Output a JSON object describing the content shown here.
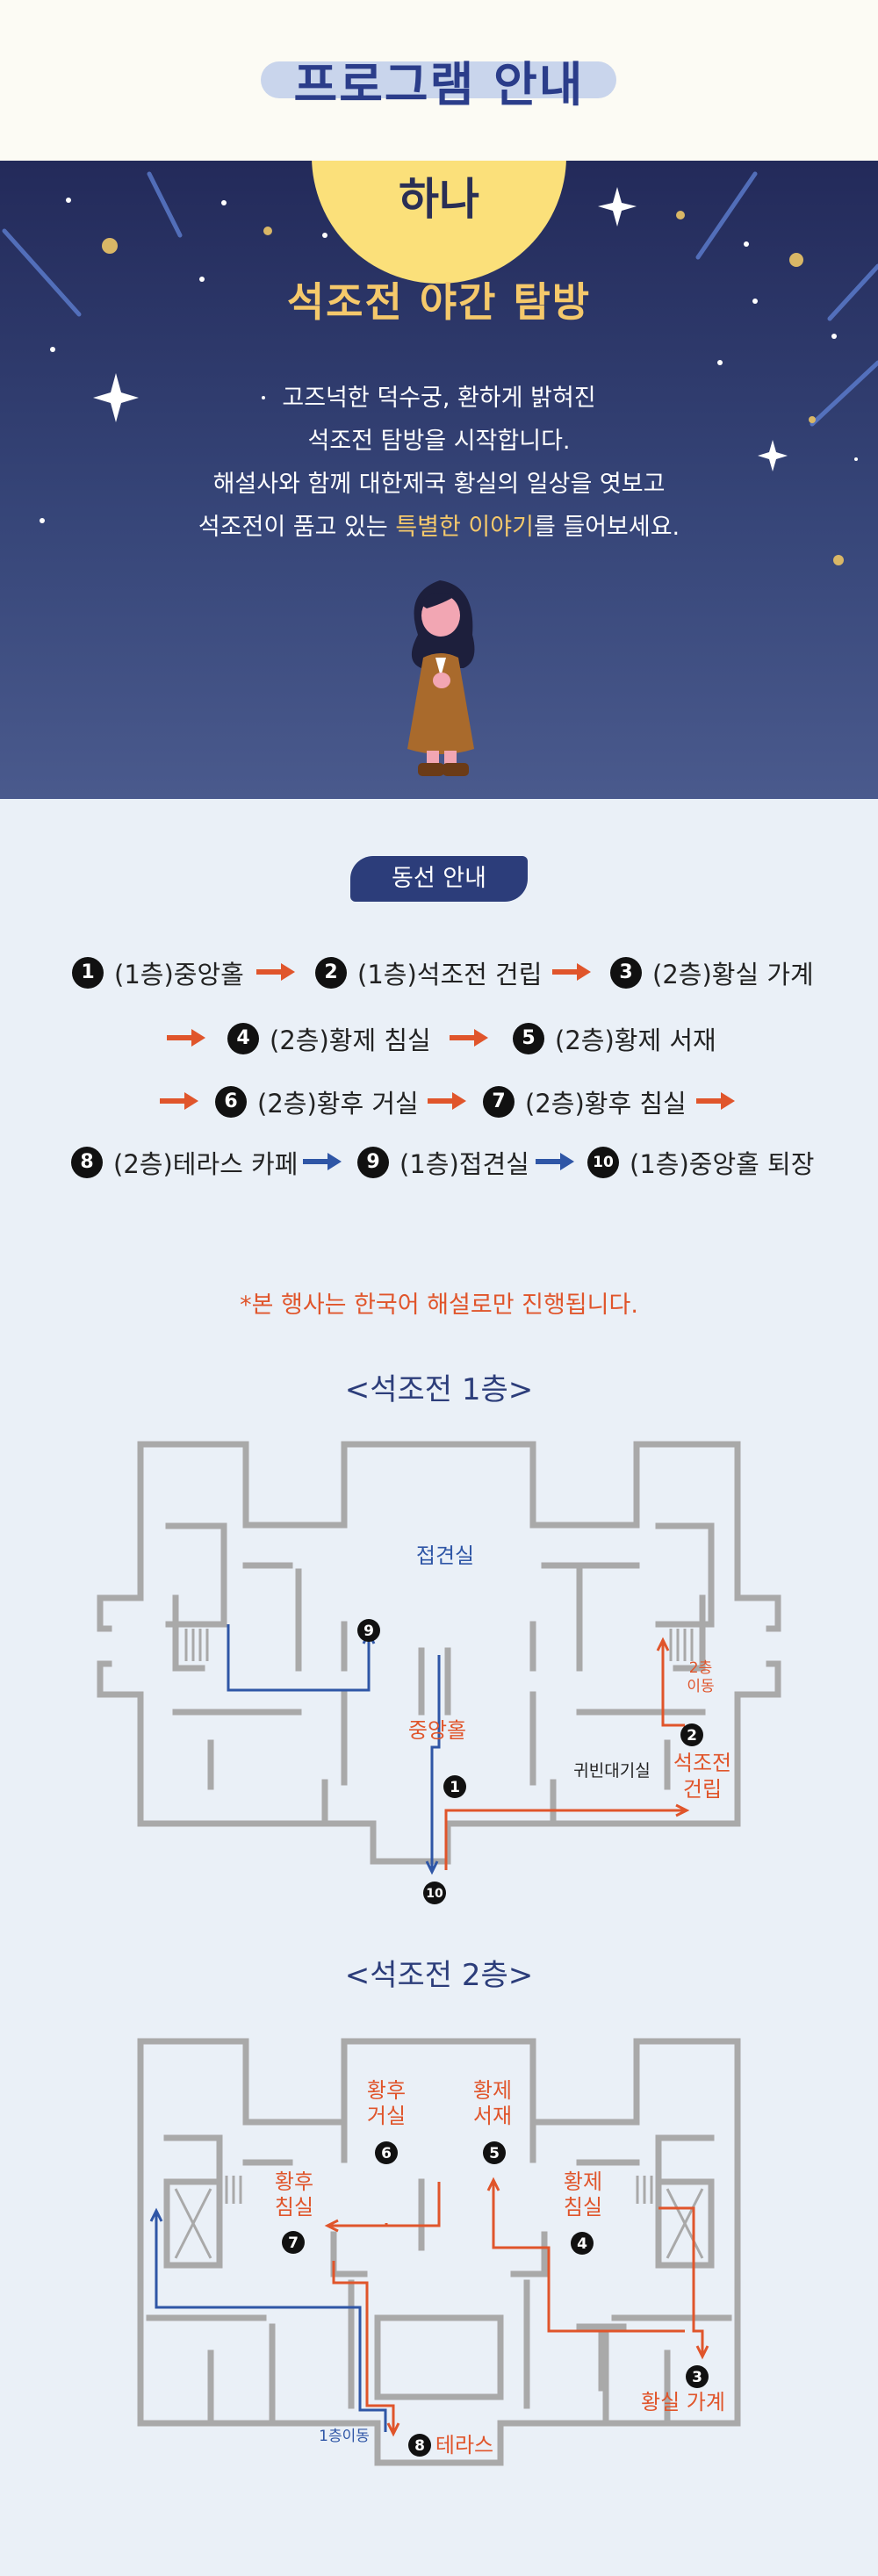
{
  "header": {
    "title": "프로그램 안내"
  },
  "program": {
    "badge": "하나",
    "title": "석조전 야간 탐방",
    "desc_lines": [
      "고즈넉한 덕수궁, 환하게 밝혀진",
      "석조전 탐방을 시작합니다.",
      "해설사와 함께 대한제국 황실의 일상을 엿보고"
    ],
    "desc_last_pre": "석조전이 품고 있는 ",
    "desc_last_highlight": "특별한 이야기",
    "desc_last_post": "를 들어보세요."
  },
  "route": {
    "title": "동선 안내",
    "steps": [
      {
        "num": "1",
        "label": "(1층)중앙홀"
      },
      {
        "num": "2",
        "label": "(1층)석조전 건립"
      },
      {
        "num": "3",
        "label": "(2층)황실 가계"
      },
      {
        "num": "4",
        "label": "(2층)황제 침실"
      },
      {
        "num": "5",
        "label": "(2층)황제 서재"
      },
      {
        "num": "6",
        "label": "(2층)황후 거실"
      },
      {
        "num": "7",
        "label": "(2층)황후 침실"
      },
      {
        "num": "8",
        "label": "(2층)테라스 카페"
      },
      {
        "num": "9",
        "label": "(1층)접견실"
      },
      {
        "num": "10",
        "label": "(1층)중앙홀 퇴장"
      }
    ]
  },
  "notice": "*본 행사는 한국어 해설로만 진행됩니다.",
  "floor1": {
    "title": "<석조전 1층>",
    "labels": {
      "reception": "접견실",
      "central_hall": "중앙홀",
      "vip_waiting": "귀빈대기실",
      "construction_1": "석조전",
      "construction_2": "건립",
      "move_2f_1": "2층",
      "move_2f_2": "이동"
    },
    "markers": {
      "m1": "1",
      "m2": "2",
      "m9": "9",
      "m10": "10"
    }
  },
  "floor2": {
    "title": "<석조전 2층>",
    "labels": {
      "empress_living_1": "황후",
      "empress_living_2": "거실",
      "emperor_study_1": "황제",
      "emperor_study_2": "서재",
      "empress_bed_1": "황후",
      "empress_bed_2": "침실",
      "emperor_bed_1": "황제",
      "emperor_bed_2": "침실",
      "family": "황실 가계",
      "terrace": "테라스",
      "move_1f": "1층이동"
    },
    "markers": {
      "m3": "3",
      "m4": "4",
      "m5": "5",
      "m6": "6",
      "m7": "7",
      "m8": "8"
    }
  },
  "colors": {
    "navy": "#2c3d7a",
    "orange": "#e0552b",
    "gold": "#f5c96b",
    "wall": "#a9a9a9",
    "blue_path": "#2f56a6"
  }
}
